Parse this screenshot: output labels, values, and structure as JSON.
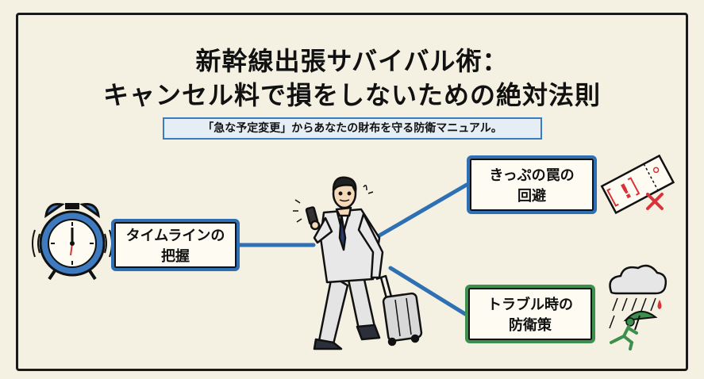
{
  "title": {
    "line1": "新幹線出張サバイバル術：",
    "line2": "キャンセル料で損をしないための絶対法則"
  },
  "subtitle": "「急な予定変更」からあなたの財布を守る防衛マニュアル。",
  "nodes": {
    "timeline": {
      "line1": "タイムラインの",
      "line2": "把握"
    },
    "ticket": {
      "line1": "きっぷの罠の",
      "line2": "回避"
    },
    "trouble": {
      "line1": "トラブル時の",
      "line2": "防衛策"
    }
  },
  "colors": {
    "background": "#f4f1e3",
    "connector": "#2f6fb3",
    "box_blue": "#2f6fb3",
    "box_green": "#3d8f4d",
    "subtitle_border": "#3a7cc2",
    "warning_red": "#d9333a"
  },
  "icons": [
    "alarm-clock-icon",
    "businessman-with-suitcase-icon",
    "ticket-warning-icon",
    "rain-cloud-umbrella-icon"
  ]
}
